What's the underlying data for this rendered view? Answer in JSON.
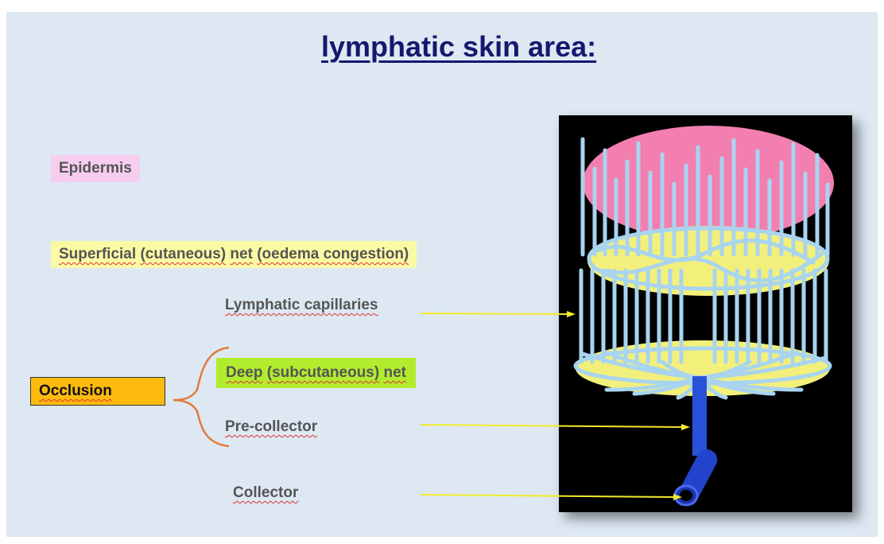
{
  "title": "lymphatic skin area:",
  "labels": {
    "epidermis": "Epidermis",
    "superficial_word1": "Superficial",
    "superficial_paren": "(cutaneous)",
    "superficial_net": "net",
    "superficial_rest": "(oedema congestion)",
    "capillaries": "Lymphatic capillaries",
    "deep_word1": "Deep",
    "deep_paren": "(subcutaneous)",
    "deep_net": "net",
    "precollector": "Pre-collector",
    "collector": "Collector",
    "occlusion": "Occlusion"
  },
  "colors": {
    "slide_bg": "#dde8f3",
    "title": "#18176e",
    "epidermis_bg": "#f7cdef",
    "superficial_bg": "#fbfaa4",
    "deep_bg": "#b2ec2e",
    "occlusion_bg": "#fdbb0d",
    "brace": "#e07b39",
    "arrow": "#f2ea2c",
    "vessel": "#a9d4ef",
    "collector_vessel": "#2244cc"
  }
}
